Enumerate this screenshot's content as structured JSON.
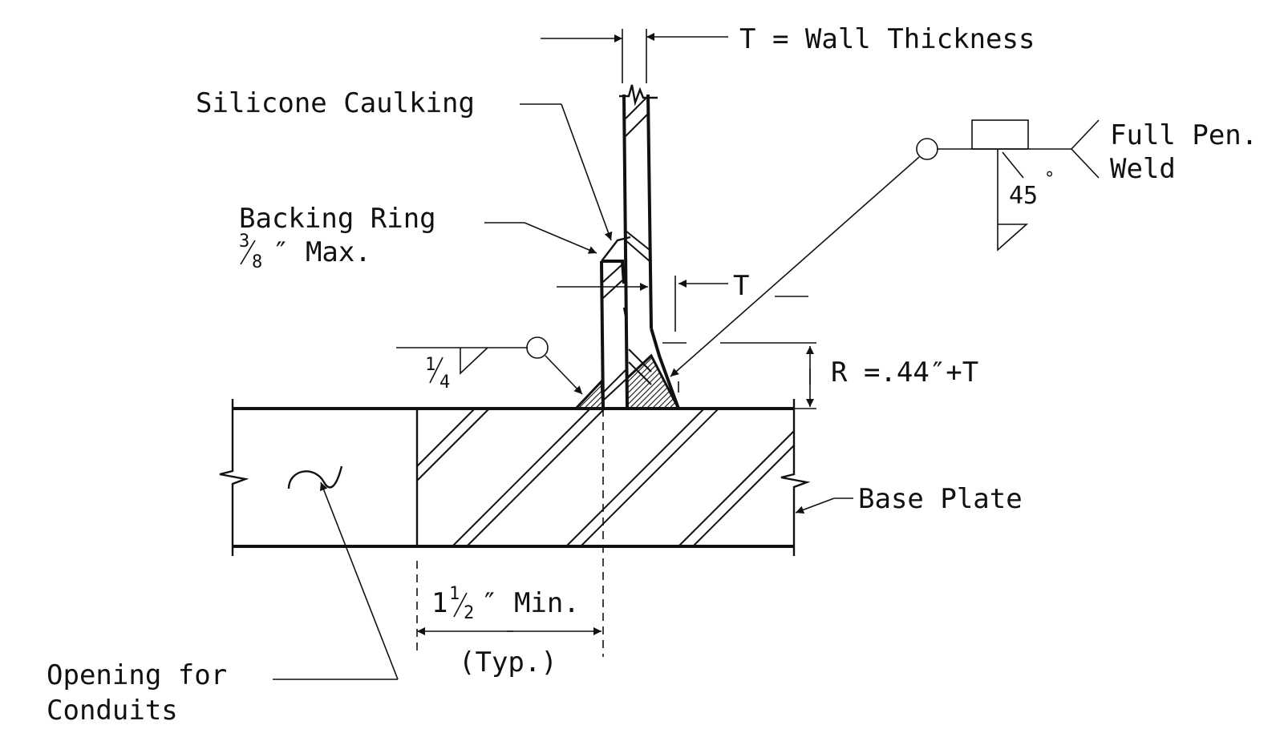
{
  "labels": {
    "wall_thickness": "T = Wall Thickness",
    "silicone_caulking": "Silicone Caulking",
    "backing_ring_line1": "Backing Ring",
    "backing_ring_line2_num": "3",
    "backing_ring_line2_den": "8",
    "backing_ring_line2_rest": "″ Max.",
    "full_pen_line1": "Full Pen.",
    "full_pen_line2": "Weld",
    "weld_angle": "45",
    "weld_angle_deg": "°",
    "t_dim": "T",
    "fillet_num": "1",
    "fillet_den": "4",
    "r_dim": "R =.44″+T",
    "base_plate": "Base Plate",
    "min_whole": "1",
    "min_num": "1",
    "min_den": "2",
    "min_rest": "″ Min.",
    "typ": "(Typ.)",
    "opening_line1": "Opening for",
    "opening_line2": "Conduits"
  }
}
